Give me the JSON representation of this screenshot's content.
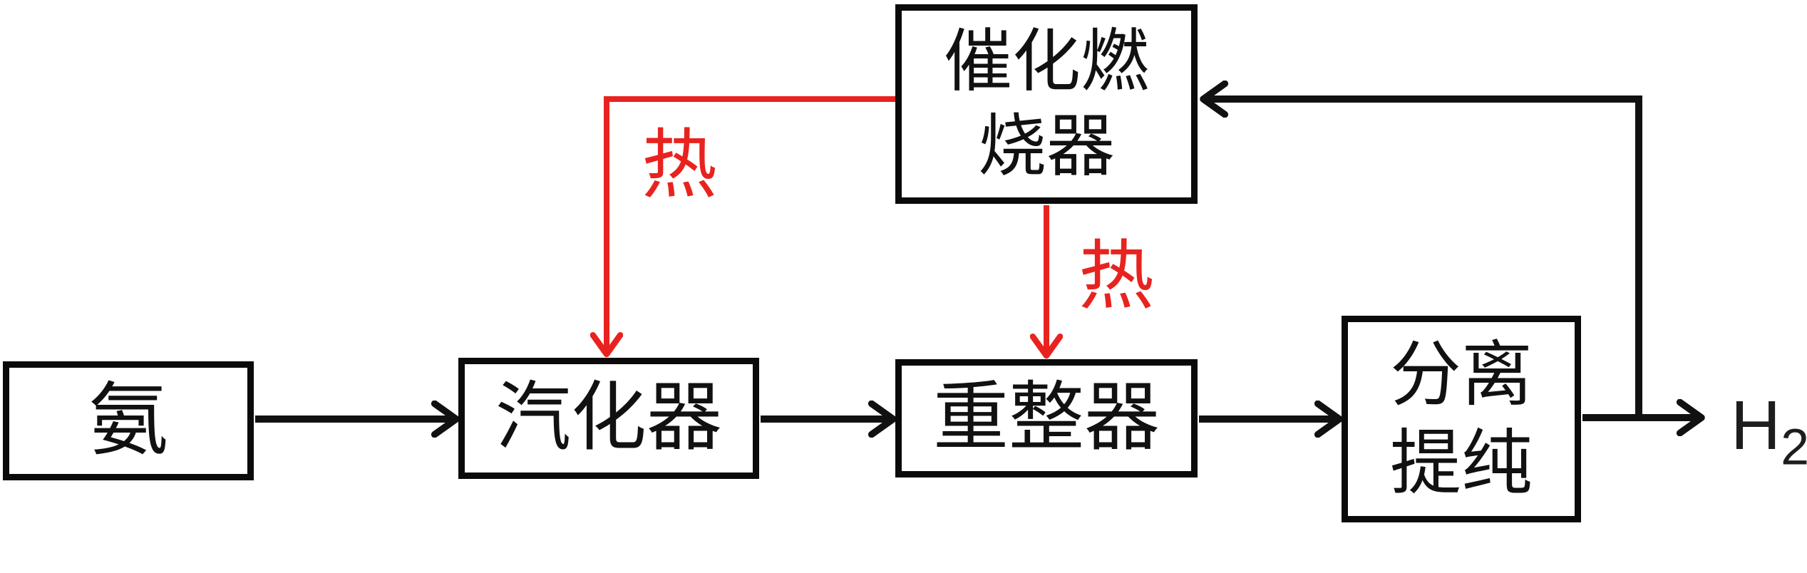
{
  "diagram": {
    "type": "process-flow",
    "language": "zh",
    "nodes": {
      "ammonia": {
        "label": "氨"
      },
      "vaporizer": {
        "label": "汽化器"
      },
      "reformer": {
        "label": "重整器"
      },
      "separation": {
        "label_line1": "分离",
        "label_line2": "提纯"
      },
      "combustor": {
        "label_line1": "催化燃",
        "label_line2": "烧器"
      }
    },
    "output": {
      "symbol": "H",
      "subscript": "2"
    },
    "heat_labels": {
      "combustor_to_vaporizer": "热",
      "combustor_to_reformer": "热"
    },
    "flows": [
      {
        "from": "氨",
        "to": "汽化器",
        "kind": "material"
      },
      {
        "from": "汽化器",
        "to": "重整器",
        "kind": "material"
      },
      {
        "from": "重整器",
        "to": "分离提纯",
        "kind": "material"
      },
      {
        "from": "分离提纯",
        "to": "H2",
        "kind": "product"
      },
      {
        "from": "H2输出线",
        "to": "催化燃烧器",
        "kind": "recycle"
      },
      {
        "from": "催化燃烧器",
        "to": "汽化器",
        "kind": "heat",
        "label": "热"
      },
      {
        "from": "催化燃烧器",
        "to": "重整器",
        "kind": "heat",
        "label": "热"
      }
    ],
    "colors": {
      "flow_line": "#111111",
      "heat_line": "#e8231f",
      "box_border": "#0a0a0a",
      "background": "#ffffff",
      "text": "#111111"
    }
  }
}
